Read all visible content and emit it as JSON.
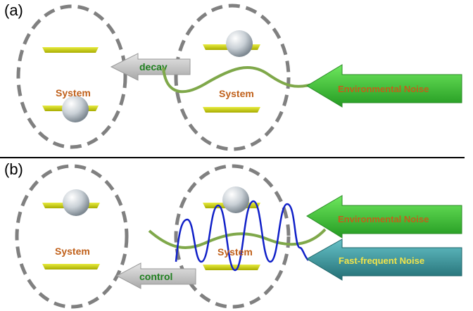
{
  "panels": [
    {
      "label": "(a)",
      "systems": [
        {
          "label": "System"
        },
        {
          "label": "System"
        }
      ],
      "arrows": {
        "decay": "decay",
        "environmental_noise": "Environmental Noise"
      }
    },
    {
      "label": "(b)",
      "systems": [
        {
          "label": "System"
        },
        {
          "label": "System"
        }
      ],
      "arrows": {
        "control": "control",
        "environmental_noise": "Environmental Noise",
        "fast_frequent_noise": "Fast-frequent Noise"
      }
    }
  ],
  "colors": {
    "dashed_circle": "#808080",
    "level_bar": "#c8cc10",
    "green_arrow": "#44c83a",
    "teal_arrow": "#3a9aa0",
    "grey_arrow": "#c8c8c8",
    "green_wave": "#7fa84a",
    "blue_wave": "#1020c8",
    "system_text": "#c0601a",
    "divider": "#000000"
  }
}
